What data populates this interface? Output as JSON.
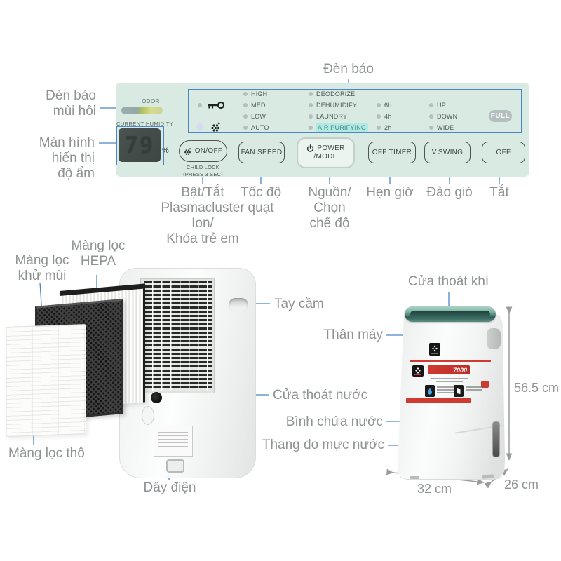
{
  "title": "Sharp dehumidifier annotated product diagram",
  "colors": {
    "annotation_blue": "#4a86c8",
    "panel_mint": "#d9eae3",
    "mode_highlight": "#b2e8e2",
    "lid_green": "#5d8d82",
    "label_gray": "#8e9293",
    "sticker_red": "#cf3a31"
  },
  "panel": {
    "odor_label": "ODOR",
    "humidity_label": "CURRENT HUMIDITY",
    "humidity_value": "79",
    "humidity_unit": "%",
    "fan": [
      "HIGH",
      "MED",
      "LOW",
      "AUTO"
    ],
    "modes": [
      "DEODORIZE",
      "DEHUMIDIFY",
      "LAUNDRY",
      "AIR PURIFYING"
    ],
    "active_mode": "AIR PURIFYING",
    "timer": [
      "6h",
      "4h",
      "2h"
    ],
    "swing": [
      "UP",
      "DOWN",
      "WIDE"
    ],
    "full_label": "FULL",
    "icons": [
      "child-lock-key",
      "plasmacluster",
      "power"
    ],
    "buttons": {
      "onoff": "ON/OFF",
      "fan": "FAN SPEED",
      "power1": "POWER",
      "power2": "/MODE",
      "timer": "OFF TIMER",
      "swing": "V.SWING",
      "off": "OFF"
    },
    "child_lock_note": "CHILD LOCK\n(PRESS 3 SEC)"
  },
  "callouts": {
    "den_bao": "Đèn báo",
    "den_bao_mui_hoi": "Đèn báo\nmùi hôi",
    "man_hinh": "Màn hình\nhiển thị\nđộ ẩm",
    "bat_tat": "Bật/Tắt\nPlasmacluster\nIon/\nKhóa trẻ em",
    "toc_do_quat": "Tốc độ\nquạt",
    "nguon": "Nguồn/\nChọn\nchế độ",
    "hen_gio": "Hẹn giờ",
    "dao_gio": "Đảo gió",
    "tat": "Tắt",
    "mang_loc_hepa": "Màng lọc\nHEPA",
    "mang_loc_khu_mui": "Màng lọc\nkhử mùi",
    "mang_loc_tho": "Màng lọc thô",
    "tay_cam": "Tay cầm",
    "cua_thoat_nuoc": "Cửa thoát nước",
    "day_dien": "Dây điện",
    "cua_thoat_khi": "Cửa thoát khí",
    "than_may": "Thân máy",
    "binh_chua_nuoc": "Bình chứa nước",
    "thang_do_muc_nuoc": "Thang đo mực nước"
  },
  "dimensions": {
    "height": "56.5 cm",
    "width": "32 cm",
    "depth": "26 cm"
  },
  "sticker": {
    "series": "7000"
  }
}
